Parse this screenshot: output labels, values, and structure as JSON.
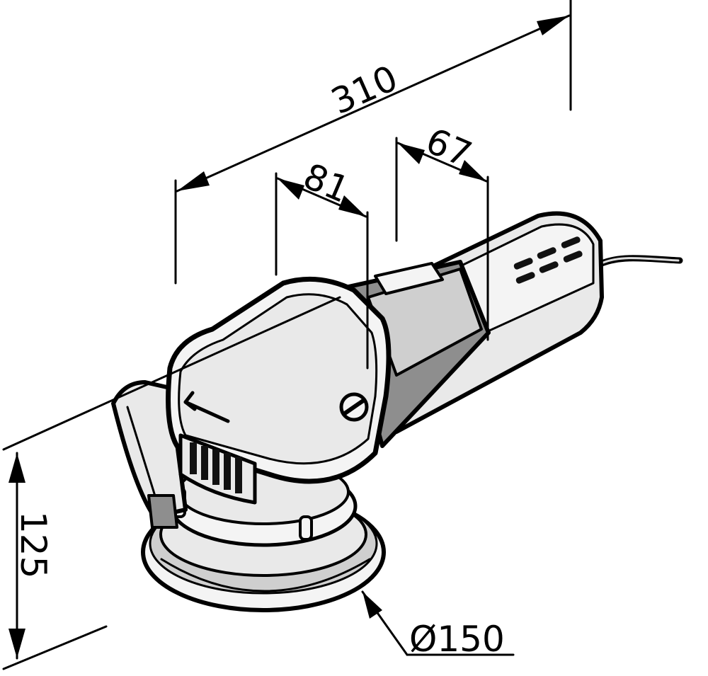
{
  "diagram": {
    "dimensions": {
      "overall_length": "310",
      "head_width": "81",
      "grip_width": "67",
      "height": "125",
      "pad_diameter_symbol": "Ø",
      "pad_diameter": "150"
    }
  }
}
